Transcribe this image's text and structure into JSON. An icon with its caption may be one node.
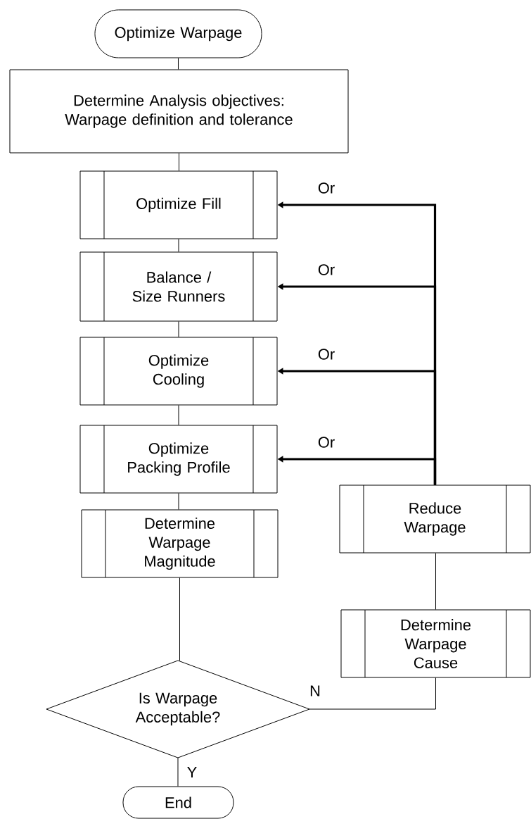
{
  "diagram": {
    "nodes": [
      {
        "text": [
          "Optimize Warpage"
        ]
      },
      {
        "text": [
          "Determine Analysis objectives: Warpage definition and tolerance"
        ]
      },
      {
        "text": [
          "Optimize Fill"
        ]
      },
      {
        "text": [
          "Balance / Size Runners"
        ]
      },
      {
        "text": [
          "Optimize Cooling"
        ]
      },
      {
        "text": [
          "Optimize Packing Profile"
        ]
      },
      {
        "text": [
          "Determine Warpage Magnitude"
        ]
      },
      {
        "text": [
          "Reduce Warpage"
        ]
      },
      {
        "text": [
          "Determine Warpage Cause"
        ]
      },
      {
        "text": [
          "Is Warpage Acceptable?"
        ]
      },
      {
        "text": [
          "End"
        ]
      }
    ],
    "edges": [
      {
        "from": 0,
        "to": 1,
        "arrow": "none"
      },
      {
        "from": 1,
        "to": 2,
        "arrow": "none"
      },
      {
        "from": 2,
        "to": 3,
        "arrow": "none"
      },
      {
        "from": 3,
        "to": 4,
        "arrow": "none"
      },
      {
        "from": 4,
        "to": 5,
        "arrow": "none"
      },
      {
        "from": 5,
        "to": 6,
        "arrow": "none"
      },
      {
        "from": 6,
        "to": 9,
        "arrow": "none"
      },
      {
        "from": 9,
        "to": 10,
        "arrow": "none",
        "label": "Y"
      },
      {
        "from": 9,
        "to": 8,
        "arrow": "none",
        "label": "N"
      },
      {
        "from": 8,
        "to": 7,
        "arrow": "none"
      },
      {
        "from": 7,
        "to": 2,
        "arrow": "to",
        "label": "Or",
        "style": "thick"
      },
      {
        "from": 7,
        "to": 3,
        "arrow": "to",
        "label": "Or",
        "style": "thick"
      },
      {
        "from": 7,
        "to": 4,
        "arrow": "to",
        "label": "Or",
        "style": "thick"
      },
      {
        "from": 7,
        "to": 5,
        "arrow": "to",
        "label": "Or",
        "style": "thick"
      }
    ]
  }
}
